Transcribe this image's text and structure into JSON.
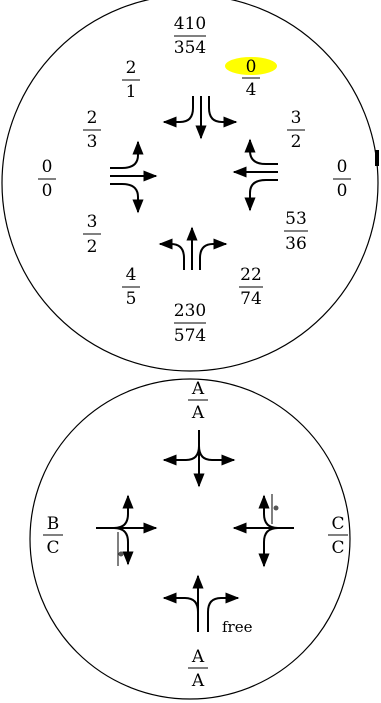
{
  "top_circle": {
    "fractions": [
      {
        "id": "north",
        "numerator": "410",
        "denominator": "354"
      },
      {
        "id": "north-right",
        "numerator": "0",
        "denominator": "4",
        "highlight": "#ffff00"
      },
      {
        "id": "north-left",
        "numerator": "2",
        "denominator": "1"
      },
      {
        "id": "west-upper",
        "numerator": "2",
        "denominator": "3"
      },
      {
        "id": "west",
        "numerator": "0",
        "denominator": "0"
      },
      {
        "id": "west-lower",
        "numerator": "3",
        "denominator": "2"
      },
      {
        "id": "south-left",
        "numerator": "4",
        "denominator": "5"
      },
      {
        "id": "south",
        "numerator": "230",
        "denominator": "574"
      },
      {
        "id": "south-right",
        "numerator": "22",
        "denominator": "74"
      },
      {
        "id": "east-lower",
        "numerator": "53",
        "denominator": "36"
      },
      {
        "id": "east",
        "numerator": "0",
        "denominator": "0"
      },
      {
        "id": "east-upper",
        "numerator": "3",
        "denominator": "2"
      }
    ]
  },
  "bottom_circle": {
    "labels": [
      {
        "id": "north",
        "numerator": "A",
        "denominator": "A"
      },
      {
        "id": "west",
        "numerator": "B",
        "denominator": "C"
      },
      {
        "id": "east",
        "numerator": "C",
        "denominator": "C"
      },
      {
        "id": "south",
        "numerator": "A",
        "denominator": "A"
      }
    ],
    "free_label": "free"
  }
}
